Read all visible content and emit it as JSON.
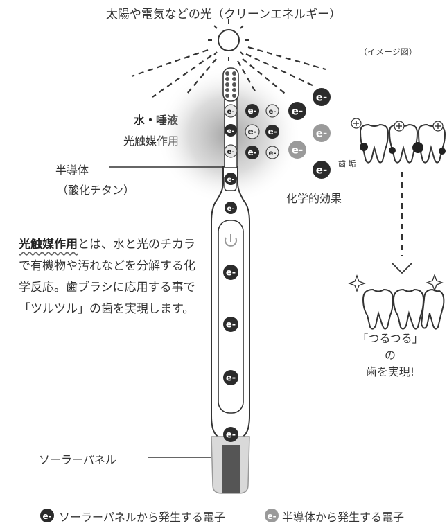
{
  "title": "太陽や電気などの光（クリーンエネルギー）",
  "image_note": "（イメージ図）",
  "labels": {
    "water_saliva": "水・唾液",
    "photocatalysis": "光触媒作用",
    "semiconductor": "半導体",
    "titanium_oxide": "（酸化チタン）",
    "chemical_effect": "化学的効果",
    "plaque": "歯 垢",
    "solar_panel": "ソーラーパネル",
    "electron_symbol": "e-",
    "plus_symbol": "+"
  },
  "description": {
    "highlight": "光触媒作用",
    "rest": "とは、水と光のチカラで有機物や汚れなどを分解する化学反応。歯ブラシに応用する事で「ツルツル」の歯を実現します。"
  },
  "result": {
    "line1": "「つるつる」の",
    "line2": "歯を実現!"
  },
  "legend": {
    "solar_electron": "ソーラーパネルから発生する電子",
    "semi_electron": "半導体から発生する電子"
  },
  "colors": {
    "dark_electron": "#2b2b2b",
    "gray_electron": "#9a9a9a",
    "glow": "#bdbdbd",
    "panel": "#555555"
  }
}
